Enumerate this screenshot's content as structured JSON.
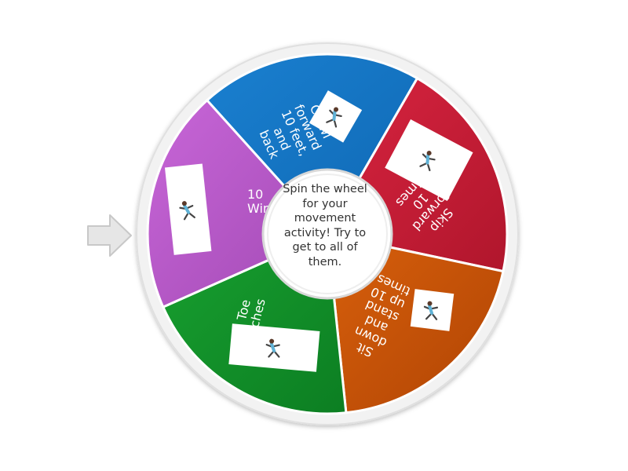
{
  "wheel": {
    "center_text": "Spin the wheel for your movement activity! Try to get to all of them.",
    "segments": [
      {
        "label_lines": [
          "Crawl",
          "forward",
          "10 feet,",
          "and",
          "back"
        ],
        "color": "#1a78c8",
        "color_dark": "#1366b0",
        "picture": "person-crawling"
      },
      {
        "label_lines": [
          "Skip",
          "forward",
          "10",
          "times"
        ],
        "color": "#d02038",
        "color_dark": "#b4182e",
        "picture": "person-skipping"
      },
      {
        "label_lines": [
          "Sit",
          "down",
          "and",
          "stand",
          "up 10",
          "times"
        ],
        "color": "#d0580a",
        "color_dark": "#b84a06",
        "picture": "person-sit-stand"
      },
      {
        "label_lines": [
          "10 Toe",
          "touches"
        ],
        "color": "#14942c",
        "color_dark": "#0e8024",
        "picture": "person-toe-touch"
      },
      {
        "label_lines": [
          "10",
          "Windmills"
        ],
        "color": "#bc5ccc",
        "color_dark": "#a64cb8",
        "picture": "person-windmill"
      }
    ]
  },
  "pointer": {
    "icon": "arrow-right-icon",
    "color": "#e4e4e4"
  }
}
